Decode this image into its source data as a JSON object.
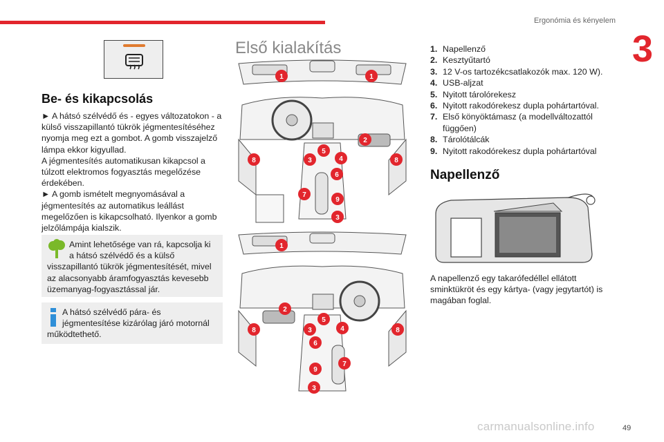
{
  "header": {
    "title": "Ergonómia és kényelem",
    "chapter": "3"
  },
  "left": {
    "heading": "Be- és kikapcsolás",
    "paragraphs": [
      "► A hátsó szélvédő és - egyes változatokon - a külső visszapillantó tükrök jégmentesítéséhez nyomja meg ezt a gombot. A gomb visszajelző lámpa ekkor kigyullad.",
      "A jégmentesítés automatikusan kikapcsol a túlzott elektromos fogyasztás megelőzése érdekében.",
      "► A gomb ismételt megnyomásával a jégmentesítés az automatikus leállást megelőzően is kikapcsolható. Ilyenkor a gomb jelzőlámpája kialszik."
    ],
    "note_eco": "Amint lehetősége van rá, kapcsolja ki a hátsó szélvédő és a külső visszapillantó tükrök jégmentesítését, mivel az alacsonyabb áramfogyasztás kevesebb üzemanyag-fogyasztással jár.",
    "note_info": "A hátsó szélvédő pára- és jégmentesítése kizárólag járó motornál működtethető."
  },
  "middle": {
    "heading": "Első kialakítás"
  },
  "right": {
    "items": [
      {
        "num": "1.",
        "text": "Napellenző"
      },
      {
        "num": "2.",
        "text": "Kesztyűtartó"
      },
      {
        "num": "3.",
        "text": "12 V-os tartozékcsatlakozók max. 120 W)."
      },
      {
        "num": "4.",
        "text": "USB-aljzat"
      },
      {
        "num": "5.",
        "text": "Nyitott tárolórekesz"
      },
      {
        "num": "6.",
        "text": "Nyitott rakodórekesz dupla pohártartóval."
      },
      {
        "num": "7.",
        "text": "Első könyöktámasz (a modellváltozattól függően)"
      },
      {
        "num": "8.",
        "text": "Tárolótálcák"
      },
      {
        "num": "9.",
        "text": "Nyitott rakodórekesz dupla pohártartóval"
      }
    ],
    "sub_heading": "Napellenző",
    "visor_text": "A napellenző egy takarófedéllel ellátott sminktükröt és egy kártya- (vagy jegytartót) is magában foglal."
  },
  "footer": {
    "page": "49",
    "watermark": "carmanualsonline.info"
  },
  "colors": {
    "accent": "#e2262d",
    "eco_green": "#7ab929",
    "info_blue": "#2f8fd8"
  },
  "icons": [
    "rear-defrost-icon",
    "eco-tree-icon",
    "info-icon"
  ],
  "callouts": {
    "diagram1": [
      "1",
      "1",
      "2",
      "5",
      "3",
      "4",
      "6",
      "8",
      "8",
      "7",
      "9",
      "3"
    ],
    "diagram2": [
      "1",
      "2",
      "5",
      "3",
      "4",
      "6",
      "8",
      "8",
      "7",
      "9",
      "3"
    ]
  }
}
